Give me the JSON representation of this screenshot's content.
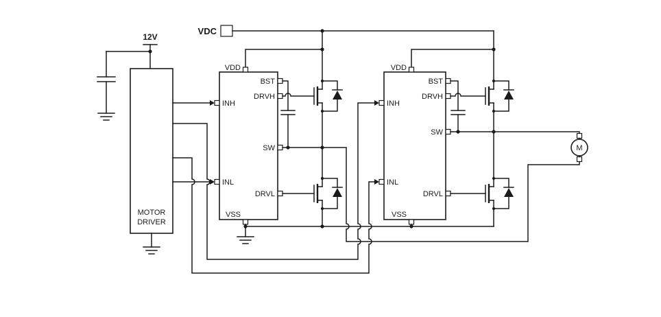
{
  "colors": {
    "background": "#ffffff",
    "line": "#1a1a1a"
  },
  "power": {
    "supply_label": "12V",
    "vdc_label": "VDC"
  },
  "motor_driver": {
    "line1": "MOTOR",
    "line2": "DRIVER"
  },
  "gate_drivers": [
    {
      "id": 1,
      "pins": {
        "vdd": "VDD",
        "bst": "BST",
        "drvh": "DRVH",
        "sw": "SW",
        "drvl": "DRVL",
        "vss": "VSS",
        "inh": "INH",
        "inl": "INL"
      }
    },
    {
      "id": 2,
      "pins": {
        "vdd": "VDD",
        "bst": "BST",
        "drvh": "DRVH",
        "sw": "SW",
        "drvl": "DRVL",
        "vss": "VSS",
        "inh": "INH",
        "inl": "INL"
      }
    }
  ],
  "motor": {
    "label": "M"
  }
}
